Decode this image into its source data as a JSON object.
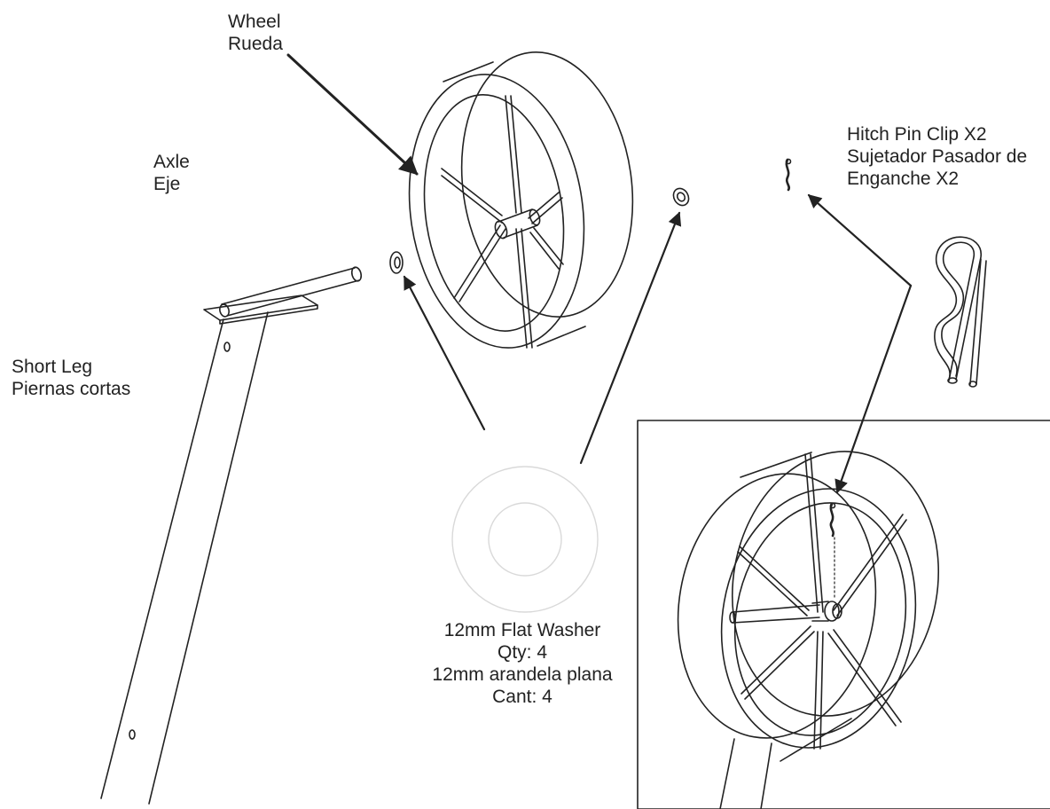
{
  "labels": {
    "wheel": {
      "en": "Wheel",
      "es": "Rueda"
    },
    "axle": {
      "en": "Axle",
      "es": "Eje"
    },
    "short_leg": {
      "en": "Short Leg",
      "es": "Piernas cortas"
    },
    "hitch_pin_clip": {
      "en": "Hitch Pin Clip X2",
      "es_line1": "Sujetador Pasador de",
      "es_line2": "Enganche X2"
    },
    "washer": {
      "en": "12mm Flat Washer",
      "qty_en": "Qty: 4",
      "es": "12mm arandela plana",
      "qty_es": "Cant: 4"
    }
  },
  "colors": {
    "line": "#222222",
    "washer_ring": "#d9d9d9",
    "background": "#ffffff"
  }
}
